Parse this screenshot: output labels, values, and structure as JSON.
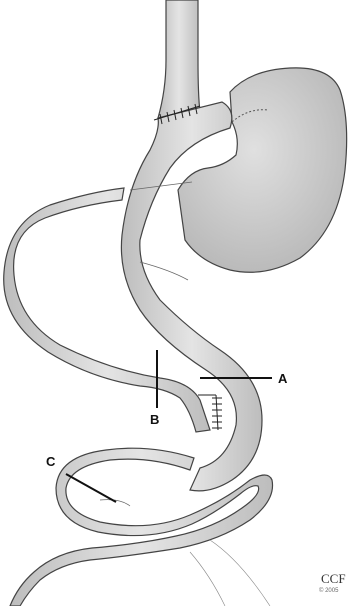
{
  "diagram": {
    "labels": {
      "a": "A",
      "b": "B",
      "c": "C"
    },
    "watermark": {
      "main": "CCF",
      "sub": "© 2005"
    }
  },
  "colors": {
    "background": "#ffffff",
    "tissue_fill": "#d6d6d6",
    "tissue_shadow": "#b9b9b9",
    "outline": "#444444",
    "label_line": "#111111"
  }
}
